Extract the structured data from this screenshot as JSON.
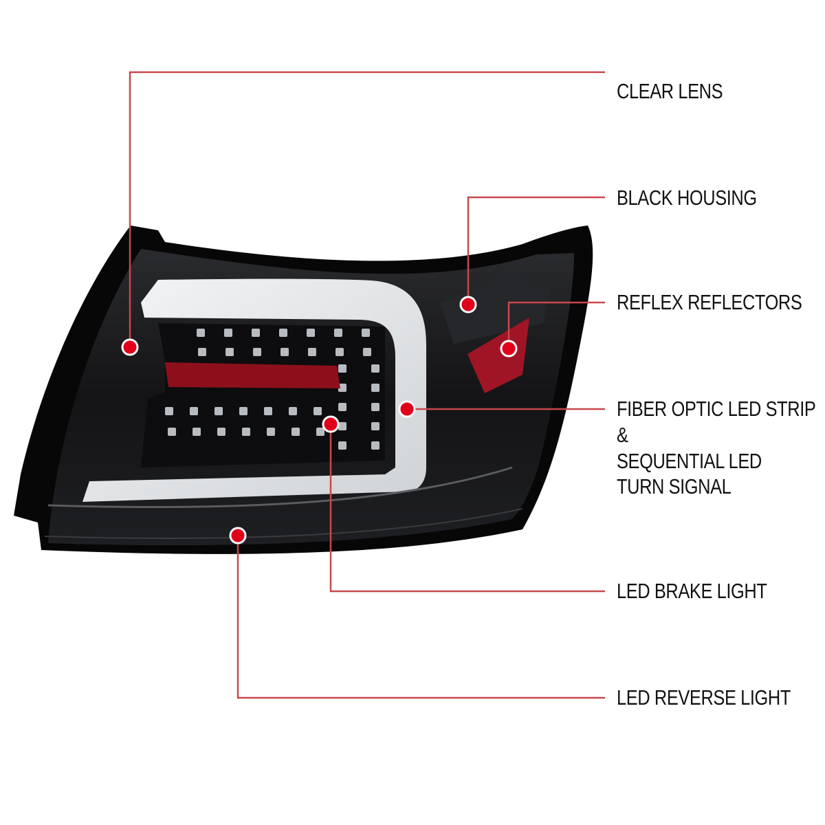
{
  "callouts": [
    {
      "id": "clear-lens",
      "lines": [
        "CLEAR LENS"
      ]
    },
    {
      "id": "black-housing",
      "lines": [
        "BLACK HOUSING"
      ]
    },
    {
      "id": "reflex-reflectors",
      "lines": [
        "REFLEX REFLECTORS"
      ]
    },
    {
      "id": "fiber-optic",
      "lines": [
        "FIBER OPTIC LED STRIP",
        "&",
        "SEQUENTIAL LED",
        "TURN SIGNAL"
      ]
    },
    {
      "id": "led-brake-light",
      "lines": [
        "LED BRAKE LIGHT"
      ]
    },
    {
      "id": "led-reverse-light",
      "lines": [
        "LED REVERSE LIGHT"
      ]
    }
  ],
  "colors": {
    "callout_line": "#c8484c",
    "dot": "#e0001a",
    "housing": "#0b0b0d",
    "light_bar": "#e6e8ea",
    "reflector": "#9a1020"
  }
}
